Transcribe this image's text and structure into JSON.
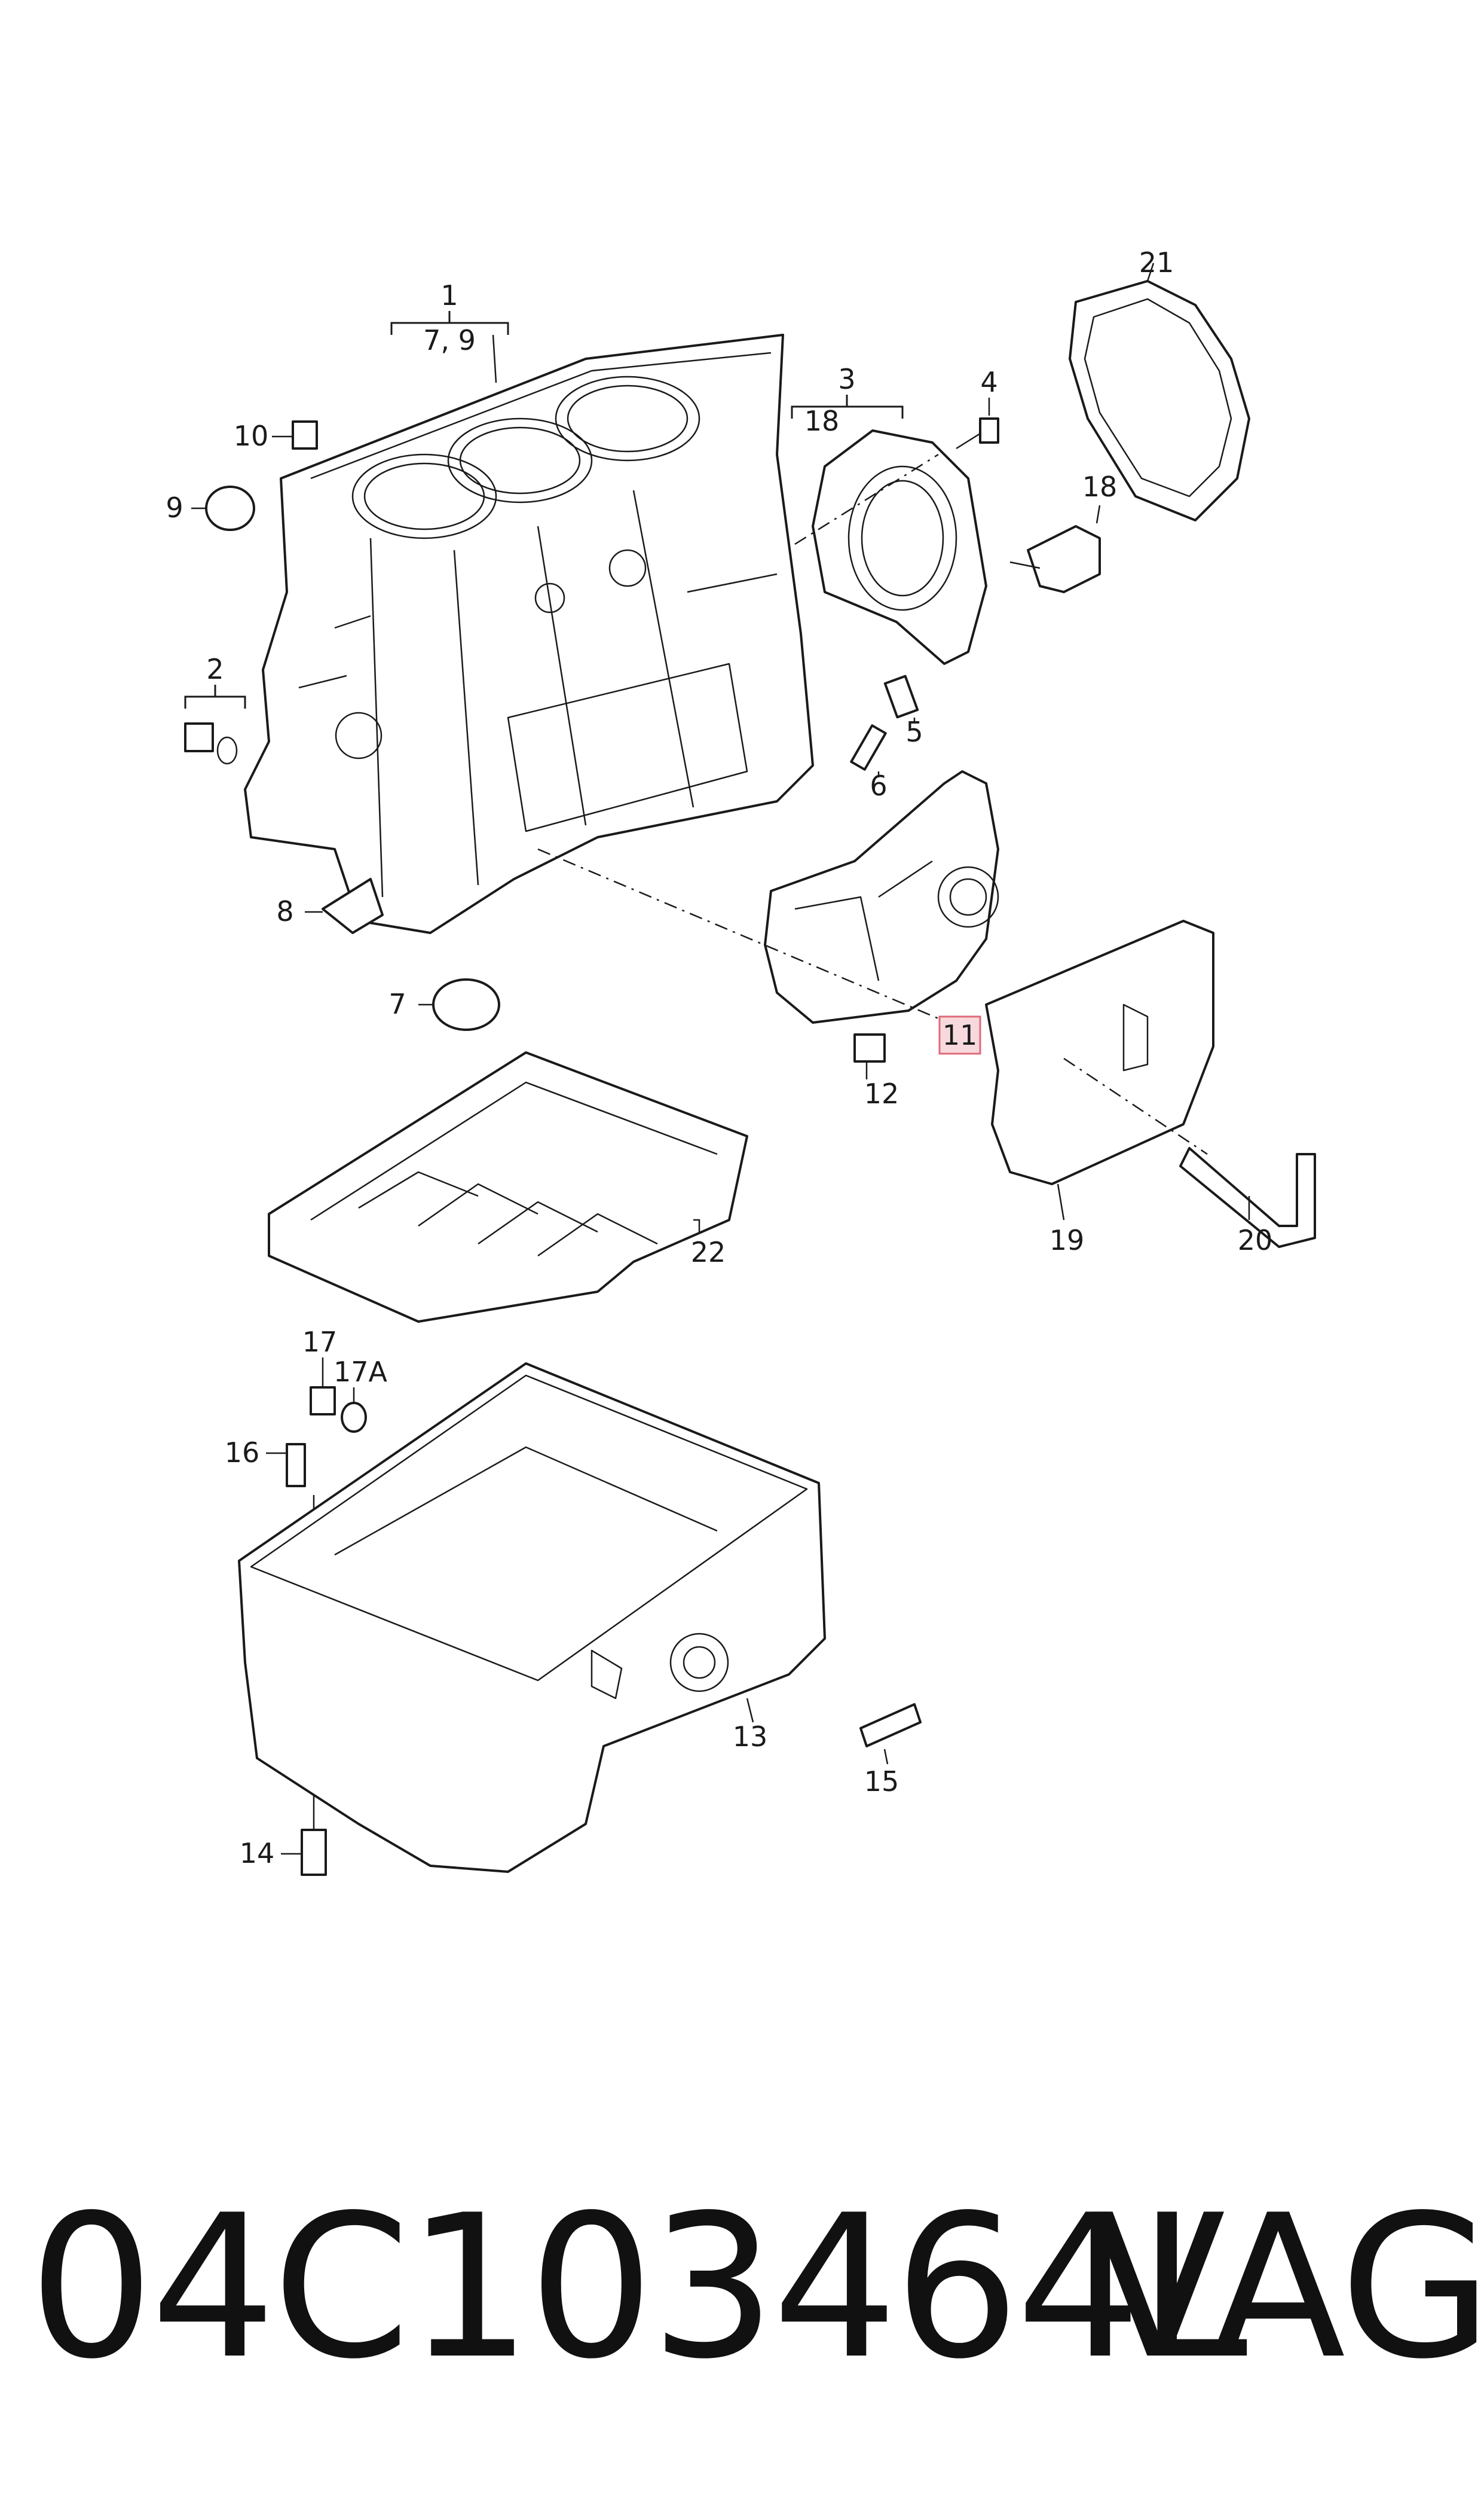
{
  "footer": {
    "part_number": "04C103464L",
    "brand": "VAG"
  },
  "callouts": {
    "c1": "1",
    "c1_sub": "7, 9",
    "c2": "2",
    "c3": "3",
    "c3_sub": "18",
    "c4": "4",
    "c5": "5",
    "c6": "6",
    "c7": "7",
    "c8": "8",
    "c9": "9",
    "c10": "10",
    "c11": "11",
    "c12": "12",
    "c13": "13",
    "c14": "14",
    "c15": "15",
    "c16": "16",
    "c17": "17",
    "c17a": "17A",
    "c18": "18",
    "c19": "19",
    "c20": "20",
    "c21": "21",
    "c22": "22"
  },
  "highlighted_callout": "11",
  "highlight_color": "#f7d9dd"
}
